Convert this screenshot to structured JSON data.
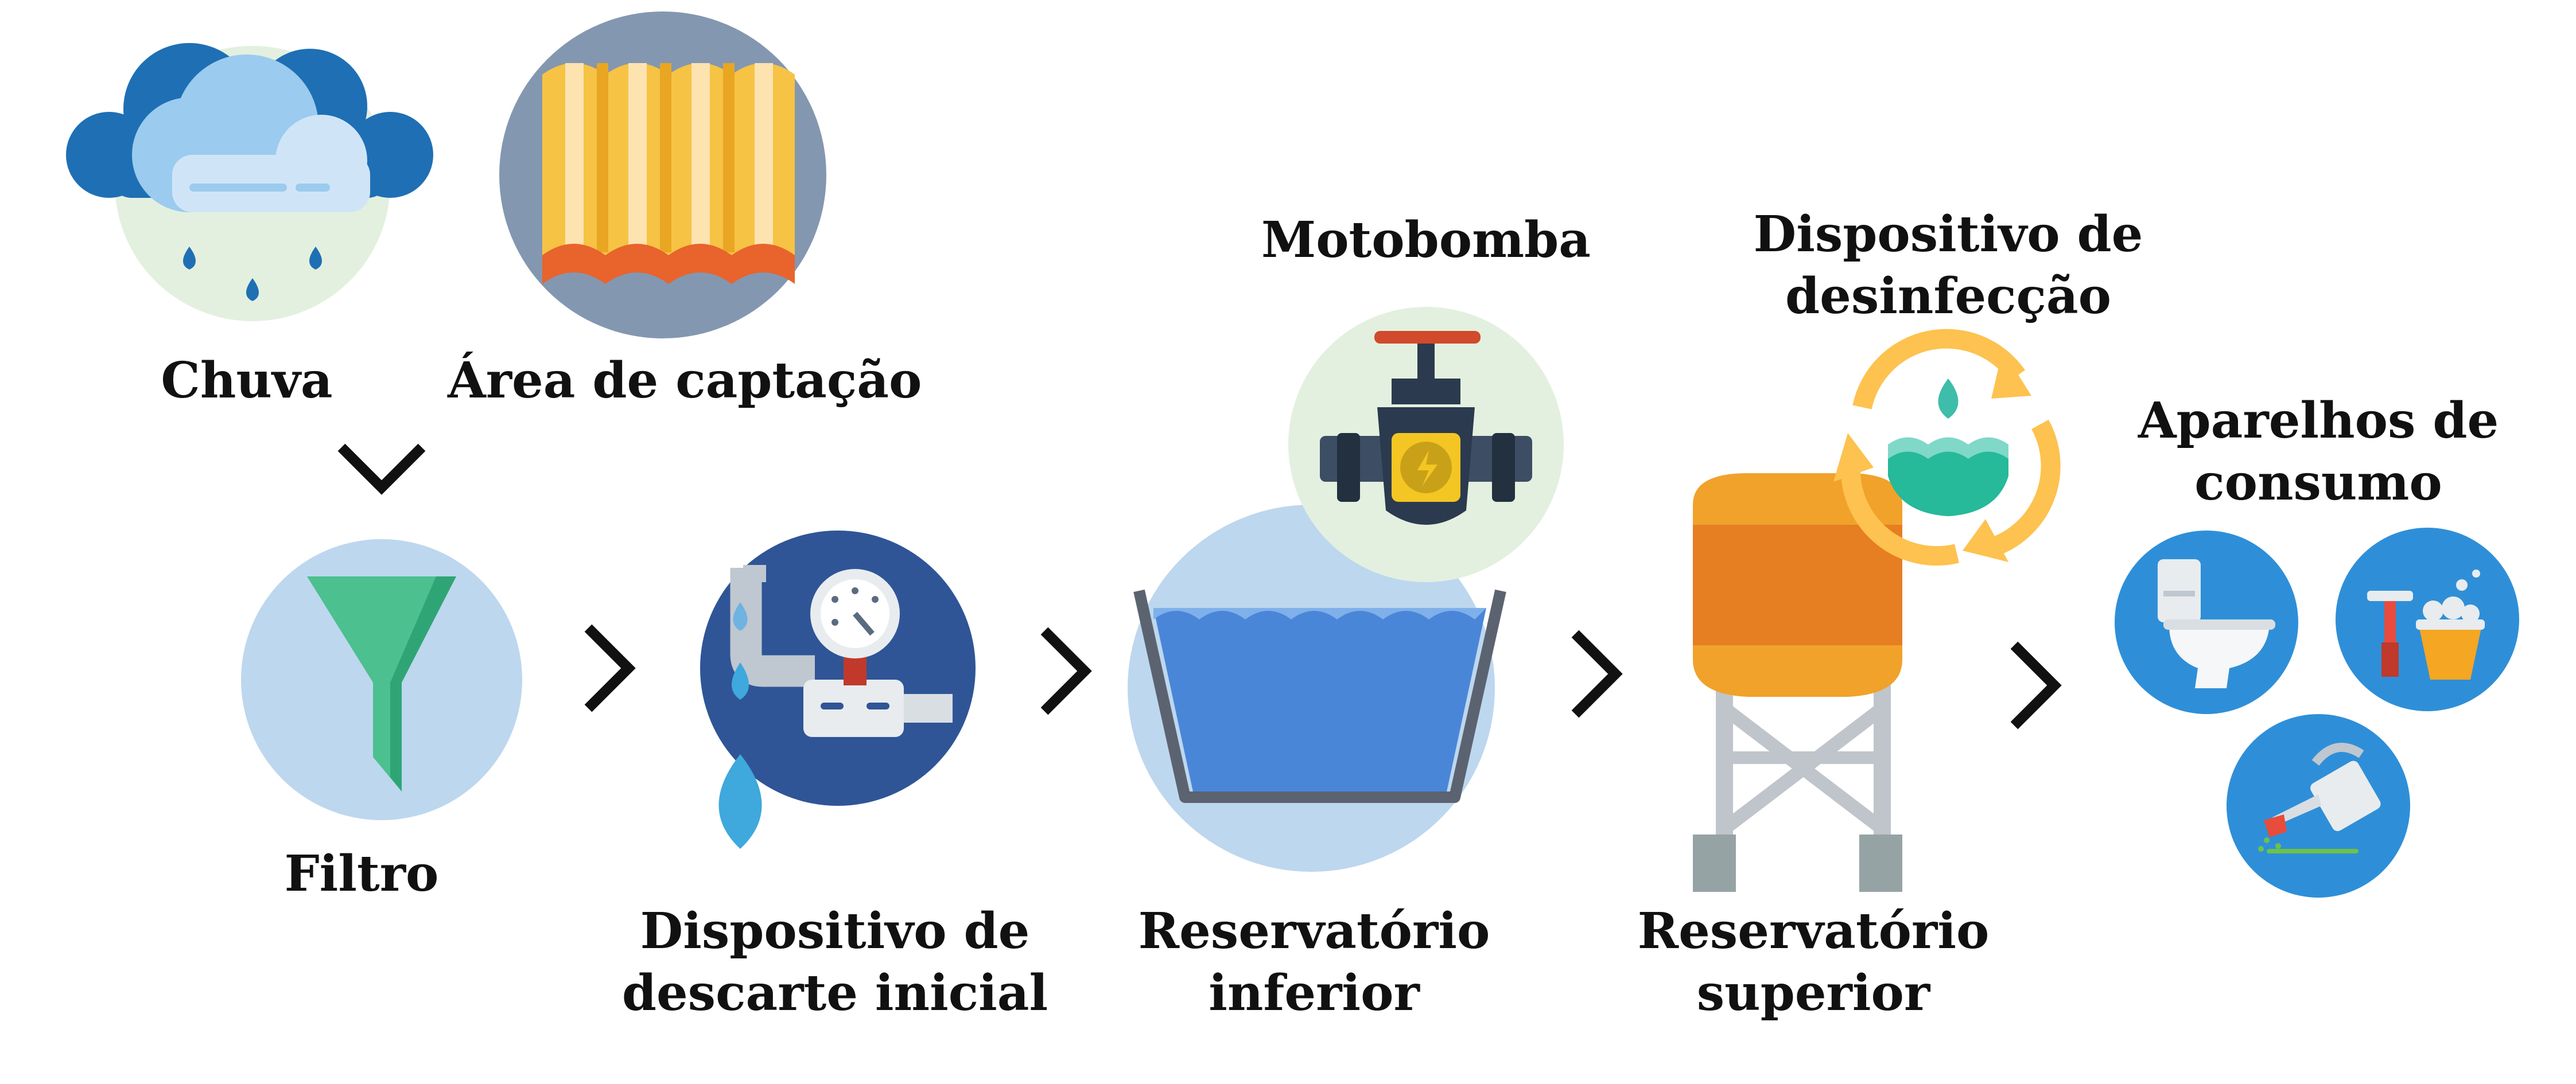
{
  "colors": {
    "cloud_dark": "#1F6FB4",
    "cloud_light": "#9BCBEF",
    "pale_green": "#E3F0DF",
    "pale_blue": "#BDD7EE",
    "navy": "#2F5597",
    "slate": "#8497B0",
    "funnel_green": "#4CC08F",
    "water_blue": "#4A86D8",
    "tank_orange": "#F0A22B",
    "teal": "#3DBDAA",
    "consumer_blue": "#2E8FD8",
    "arrow": "#111111"
  },
  "icons": [
    "rain-cloud-icon",
    "corrugated-roof-icon",
    "funnel-icon",
    "valve-gauge-icon",
    "basin-icon",
    "pump-valve-icon",
    "water-tower-icon",
    "recycle-water-drop-icon",
    "toilet-icon",
    "cleaning-bucket-icon",
    "watering-can-icon",
    "chevron-right-icon",
    "chevron-down-icon"
  ],
  "labels": {
    "chuva": "Chuva",
    "area": "Área de captação",
    "filtro": "Filtro",
    "descarte": [
      "Dispositivo de",
      "descarte inicial"
    ],
    "motobomba": "Motobomba",
    "inferior": [
      "Reservatório",
      "inferior"
    ],
    "desinfeccao": [
      "Dispositivo de",
      "desinfecção"
    ],
    "superior": [
      "Reservatório",
      "superior"
    ],
    "aparelhos": [
      "Aparelhos de",
      "consumo"
    ]
  }
}
